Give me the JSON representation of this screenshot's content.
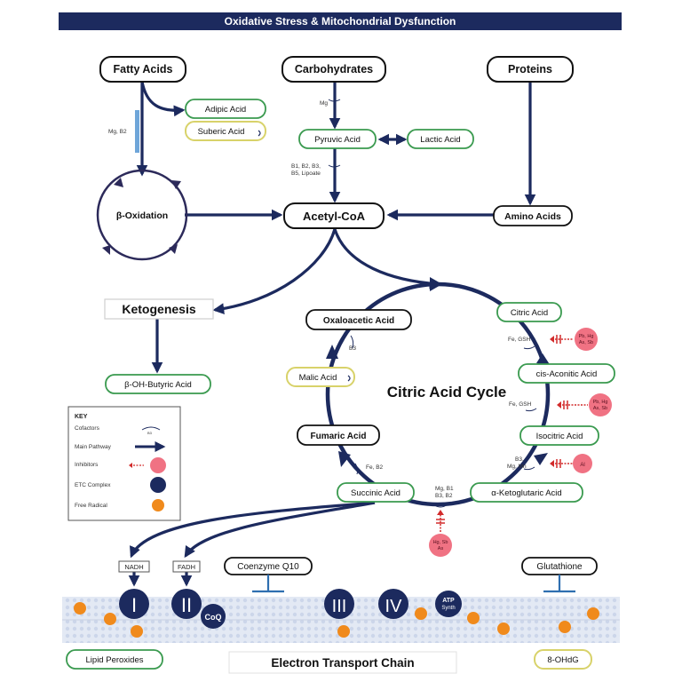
{
  "title": "Oxidative Stress & Mitochondrial Dysfunction",
  "nodes": {
    "fatty_acids": "Fatty Acids",
    "carbohydrates": "Carbohydrates",
    "proteins": "Proteins",
    "adipic_acid": "Adipic Acid",
    "suberic_acid": "Suberic Acid",
    "pyruvic_acid": "Pyruvic Acid",
    "lactic_acid": "Lactic Acid",
    "beta_oxidation": "β-Oxidation",
    "acetyl_coa": "Acetyl-CoA",
    "amino_acids": "Amino Acids",
    "ketogenesis": "Ketogenesis",
    "b_oh_butyric_acid": "β-OH-Butyric Acid",
    "oxaloacetic_acid": "Oxaloacetic Acid",
    "citric_acid": "Citric Acid",
    "cis_aconitic_acid": "cis-Aconitic Acid",
    "isocitric_acid": "Isocitric Acid",
    "a_ketoglutaric_acid": "α-Ketoglutaric Acid",
    "succinic_acid": "Succinic Acid",
    "fumaric_acid": "Fumaric Acid",
    "malic_acid": "Malic Acid",
    "citric_acid_cycle": "Citric Acid Cycle",
    "coenzyme_q10": "Coenzyme Q10",
    "glutathione": "Glutathione",
    "lipid_peroxides": "Lipid Peroxides",
    "ohdg": "8-OHdG",
    "electron_transport_chain": "Electron Transport Chain",
    "nadh": "NADH",
    "fadh": "FADH"
  },
  "cofactors": {
    "mg_b2": "Mg, B2",
    "mg": "Mg",
    "pyruvate": [
      "B1, B2, B3,",
      "B5, Lipoate"
    ],
    "fe_gsh_1": "Fe, GSH",
    "fe_gsh_2": "Fe, GSH",
    "b3_mg_mn": [
      "B3,",
      "Mg, Mn"
    ],
    "mg_b1_b3_b2": [
      "Mg, B1",
      "B3, B2"
    ],
    "fe_b2": "Fe, B2",
    "b3": "B3"
  },
  "inhibitors": {
    "inh1": [
      "Pb, Hg",
      "As, Sb"
    ],
    "inh2": [
      "Pb, Hg",
      "As, Sb"
    ],
    "inh3": "Al",
    "inh4": [
      "Hg, Sb",
      "As"
    ]
  },
  "complexes": {
    "c1": "I",
    "c2": "II",
    "coq": "CoQ",
    "c3": "III",
    "c4": "IV",
    "atp": [
      "ATP",
      "Synth"
    ]
  },
  "key": {
    "title": "KEY",
    "items": [
      "Cofactors",
      "Main Pathway",
      "Inhibitors",
      "ETC Complex",
      "Free Radical"
    ]
  },
  "colors": {
    "navy": "#1c2a5e",
    "green": "#3a9a4f",
    "yellow": "#d8d26a",
    "inhibitor_pink": "#f07283",
    "inhibitor_red": "#d22b2b",
    "free_radical": "#f08a1c",
    "membrane": "#dfe6f2"
  }
}
